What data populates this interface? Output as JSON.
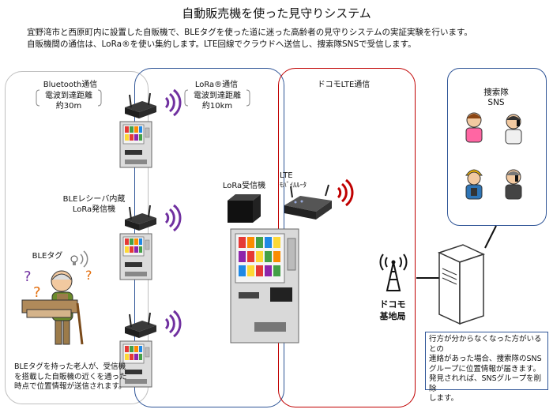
{
  "title": "自動販売機を使った見守りシステム",
  "intro": {
    "line1": "宜野湾市と西原町内に設置した自販機で、BLEタグを使った道に迷った高齢者の見守りシステムの実証実験を行います。",
    "line2": "自販機間の通信は、LoRa®を使い集約します。LTE回線でクラウドへ送信し、捜索隊SNSで受信します。"
  },
  "zones": {
    "bluetooth": {
      "title": "Bluetooth通信",
      "spec1": "電波到達距離",
      "spec2": "約30m"
    },
    "lora": {
      "title": "LoRa®通信",
      "spec1": "電波到達距離",
      "spec2": "約10km"
    },
    "lte": {
      "title": "ドコモLTE通信"
    }
  },
  "labels": {
    "ble_receiver_1": "BLEレシーバ内蔵",
    "ble_receiver_2": "LoRa発信機",
    "ble_tag": "BLEタグ",
    "lora_receiver": "LoRa受信機",
    "lte_1": "LTE",
    "lte_2": "ﾓﾊﾞｲﾙﾙｰﾀ",
    "base_1": "ドコモ",
    "base_2": "基地局",
    "search_1": "捜索隊",
    "search_2": "SNS"
  },
  "notes": {
    "elderly": [
      "BLEタグを持った老人が、受信機",
      "を搭載した自販機の近くを通った",
      "時点で位置情報が送信されます。"
    ],
    "missing": [
      "行方が分からなくなった方がいるとの",
      "連絡があった場合、捜索隊のSNS",
      "グループに位置情報が届きます。",
      "発見されれば、SNSグループを削除",
      "します。"
    ]
  },
  "colors": {
    "bluetooth_zone": "#bfbfbf",
    "lora_zone": "#2f5597",
    "lte_zone": "#c00000",
    "sns_zone": "#2f5597",
    "signal": "#7030a0",
    "lte_signal": "#c00000"
  }
}
